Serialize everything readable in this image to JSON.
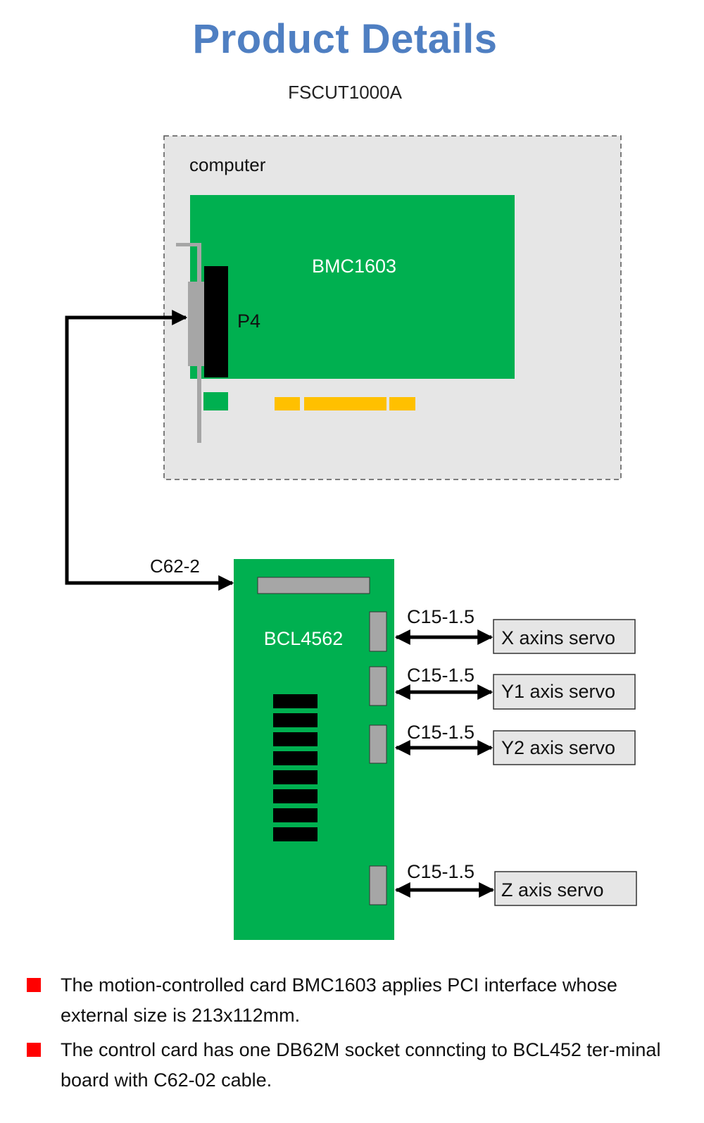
{
  "header": {
    "title": "Product Details",
    "model": "FSCUT1000A"
  },
  "diagram": {
    "computer_label": "computer",
    "card_label": "BMC1603",
    "port_label": "P4",
    "main_cable_label": "C62-2",
    "terminal_label": "BCL4562",
    "servo_links": [
      {
        "cable": "C15-1.5",
        "servo": "X axins servo"
      },
      {
        "cable": "C15-1.5",
        "servo": "Y1 axis servo"
      },
      {
        "cable": "C15-1.5",
        "servo": "Y2 axis servo"
      },
      {
        "cable": "C15-1.5",
        "servo": "Z axis servo"
      }
    ]
  },
  "notes": [
    "The motion-controlled card BMC1603 applies PCI interface whose external size is 213x112mm.",
    "The control card has one DB62M socket conncting to BCL452 ter-minal board with C62-02 cable."
  ],
  "colors": {
    "title": "#4f7fc2",
    "board_green": "#00b050",
    "gold_finger": "#ffc000",
    "bullet_red": "#ff0000",
    "enclosure_bg": "#e6e6e6"
  }
}
